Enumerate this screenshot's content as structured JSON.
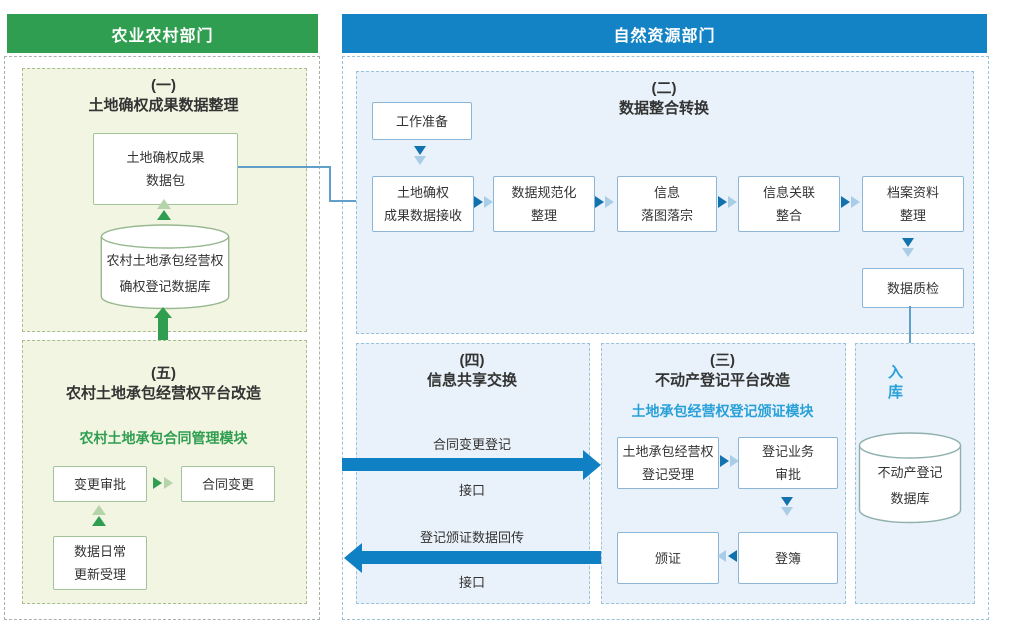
{
  "colors": {
    "green_accent": "#2f9e50",
    "blue_accent": "#1383c6",
    "light_blue_accent": "#29a0d8",
    "left_section_bg": "#f3f5e3",
    "right_section_bg": "#e9f2fa"
  },
  "headers": {
    "agriculture": "农业农村部门",
    "natural_resources": "自然资源部门"
  },
  "section1": {
    "num": "(一)",
    "title": "土地确权成果数据整理",
    "package": {
      "l1": "土地确权成果",
      "l2": "数据包"
    },
    "database": {
      "l1": "农村土地承包经营权",
      "l2": "确权登记数据库"
    }
  },
  "section5": {
    "num": "(五)",
    "title": "农村土地承包经营权平台改造",
    "module": "农村土地承包合同管理模块",
    "approve": "变更审批",
    "change": "合同变更",
    "daily": {
      "l1": "数据日常",
      "l2": "更新受理"
    }
  },
  "section2": {
    "num": "(二)",
    "title": "数据整合转换",
    "prep": "工作准备",
    "steps": [
      {
        "l1": "土地确权",
        "l2": "成果数据接收"
      },
      {
        "l1": "数据规范化",
        "l2": "整理"
      },
      {
        "l1": "信息",
        "l2": "落图落宗"
      },
      {
        "l1": "信息关联",
        "l2": "整合"
      },
      {
        "l1": "档案资料",
        "l2": "整理"
      }
    ],
    "qc": "数据质检"
  },
  "section4": {
    "num": "(四)",
    "title": "信息共享交换",
    "to_right": "合同变更登记",
    "to_right_sub": "接口",
    "to_left": "登记颁证数据回传",
    "to_left_sub": "接口"
  },
  "section3": {
    "num": "(三)",
    "title": "不动产登记平台改造",
    "module": "土地承包经营权登记颁证模块",
    "accept": {
      "l1": "土地承包经营权",
      "l2": "登记受理"
    },
    "review": {
      "l1": "登记业务",
      "l2": "审批"
    },
    "book": "登簿",
    "cert": "颁证"
  },
  "storage": {
    "action": "入库",
    "database": {
      "l1": "不动产登记",
      "l2": "数据库"
    }
  }
}
